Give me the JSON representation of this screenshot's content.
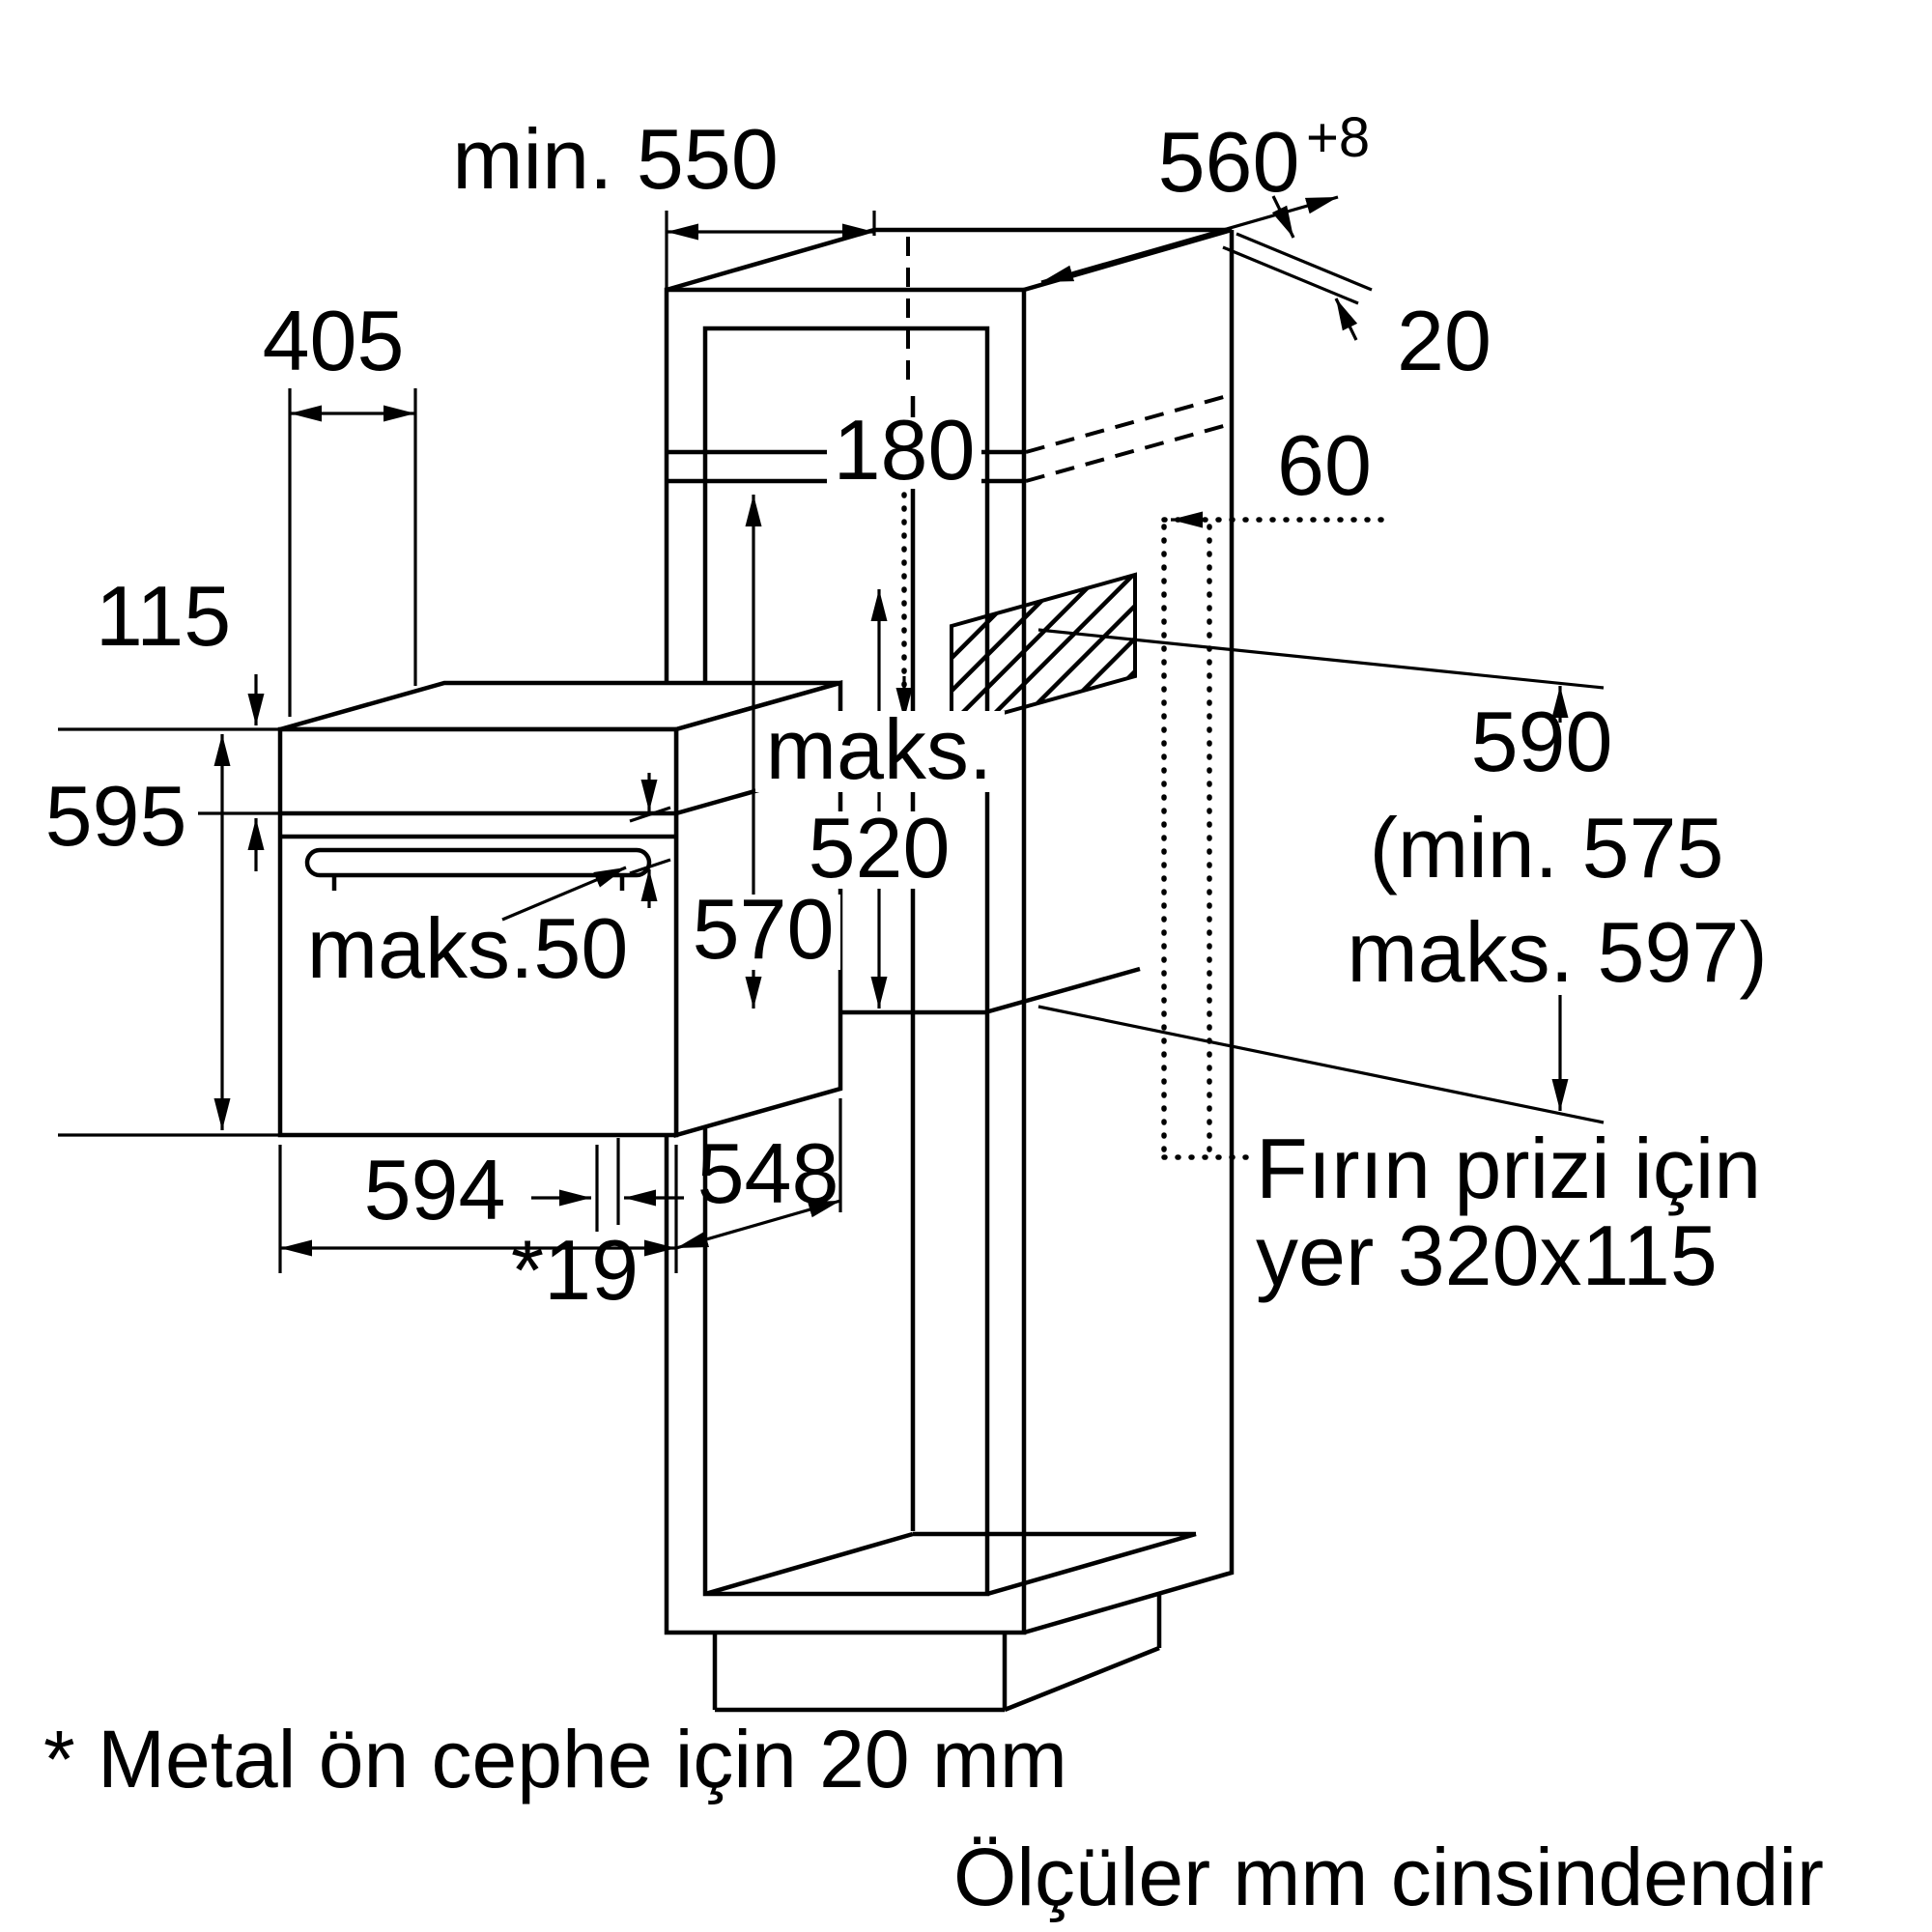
{
  "diagram": {
    "top": {
      "min550": "min. 550",
      "d560": "560",
      "d560_sup": "+8",
      "d20": "20"
    },
    "left": {
      "d405": "405",
      "d115": "115",
      "d595": "595"
    },
    "middle": {
      "d180": "180",
      "d60": "60",
      "maks_word": "maks.",
      "d520": "520",
      "d570": "570",
      "maks50": "maks.50"
    },
    "right": {
      "d590": "590",
      "d590_min": "(min. 575",
      "d590_max": "maks. 597)",
      "socket_line1": "Fırın prizi için",
      "socket_line2": "yer 320x115"
    },
    "bottom": {
      "d594": "594",
      "d548": "548",
      "d19": "*19"
    }
  },
  "footnotes": {
    "metal_front": "* Metal ön cephe için 20 mm",
    "units": "Ölçüler mm cinsindendir"
  },
  "colors": {
    "line": "#000000",
    "background": "#ffffff"
  }
}
